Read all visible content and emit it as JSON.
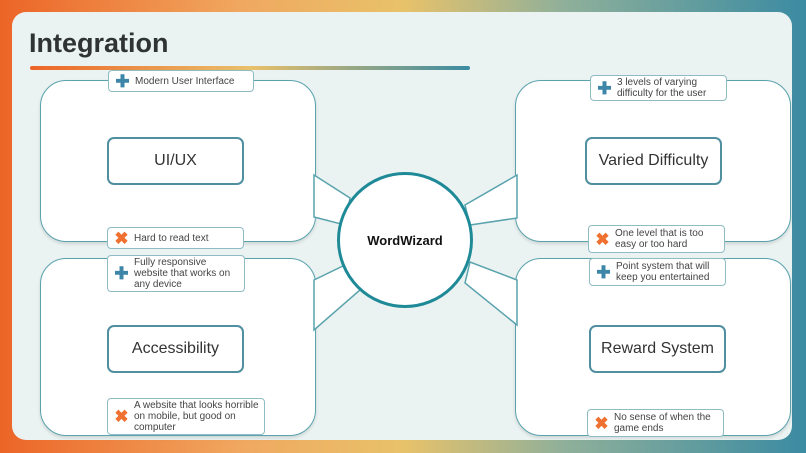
{
  "title": "Integration",
  "center": "WordWizard",
  "colors": {
    "accent_teal": "#1f8a97",
    "plus": "#3d86a8",
    "cross": "#ef7030"
  },
  "branches": [
    {
      "label": "UI/UX",
      "pro": "Modern User Interface",
      "con": "Hard to read text"
    },
    {
      "label": "Varied Difficulty",
      "pro": "3 levels of varying difficulty for the user",
      "con": "One level that is too easy or too hard"
    },
    {
      "label": "Accessibility",
      "pro": "Fully responsive website that works on any device",
      "con": "A website that looks horrible on mobile, but good on computer"
    },
    {
      "label": "Reward System",
      "pro": "Point system that will keep you entertained",
      "con": "No sense of when the game ends"
    }
  ],
  "icons": {
    "pro": "plus-icon",
    "con": "cross-icon"
  }
}
